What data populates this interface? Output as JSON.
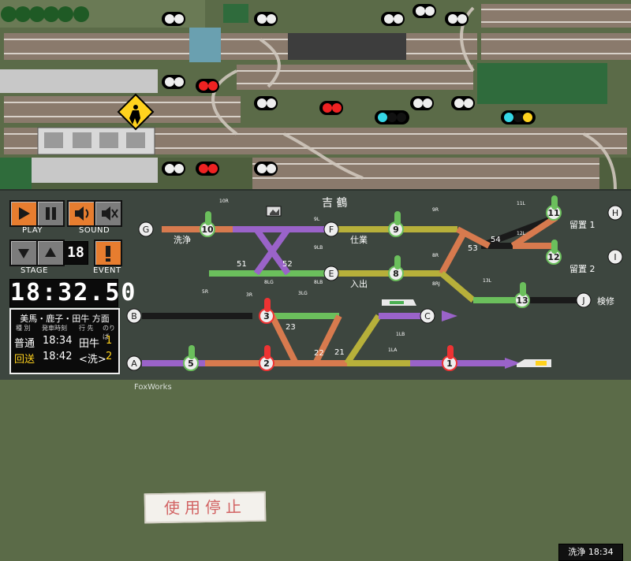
{
  "brand": "FoxWorks",
  "controls": {
    "play_label": "PLAY",
    "sound_label": "SOUND",
    "stage_label": "STAGE",
    "event_label": "EVENT",
    "stage_value": "18",
    "clock": "18:32.50"
  },
  "timetable": {
    "header": "美馬・鹿子・田牛 方面",
    "cols": [
      "種 別",
      "発車時刻",
      "行 先",
      "のりば"
    ],
    "rows": [
      {
        "type": "普通",
        "time": "18:34",
        "dest": "田牛",
        "track": "1"
      },
      {
        "type": "回送",
        "time": "18:42",
        "dest": "<洗>",
        "track": "2"
      }
    ]
  },
  "stop_sign": "使用停止",
  "next_train_badge": "洗浄 18:34",
  "stations": {
    "top": "吉 鶴",
    "lbl_senjo": "洗浄",
    "lbl_shiyou": "仕業",
    "lbl_iride": "入出",
    "lbl_ryuchi1": "留置 1",
    "lbl_ryuchi2": "留置 2",
    "lbl_kenshu": "検修"
  },
  "nodes": {
    "A": "A",
    "B": "B",
    "C": "C",
    "E": "E",
    "F": "F",
    "G": "G",
    "H": "H",
    "I": "I",
    "J": "J"
  },
  "signals": {
    "s1": "1",
    "s2": "2",
    "s3": "3",
    "s5": "5",
    "s8": "8",
    "s9": "9",
    "s10": "10",
    "s11": "11",
    "s12": "12",
    "s13": "13"
  },
  "switch_numbers": {
    "n21": "21",
    "n22": "22",
    "n23": "23",
    "n51": "51",
    "n52": "52",
    "n53": "53",
    "n54": "54"
  },
  "switch_labels": {
    "sw_10r": "10R",
    "sw_9l": "9L",
    "sw_9r": "9R",
    "sw_9lb": "9LB",
    "sw_8lb": "8LB",
    "sw_8r": "8R",
    "sw_8rj": "8RJ",
    "sw_8lg": "8LG",
    "sw_5r": "5R",
    "sw_3r": "3R",
    "sw_11l": "11L",
    "sw_12l": "12L",
    "sw_13l": "13L",
    "sw_1lb": "1LB",
    "sw_1la": "1LA",
    "sw_3lg": "3LG"
  },
  "colors": {
    "route_orange": "#d77a4e",
    "route_olive": "#b7b03a",
    "route_purple": "#9a63c9",
    "route_green": "#6bbf5c",
    "panel_bg": "#3d463f"
  }
}
